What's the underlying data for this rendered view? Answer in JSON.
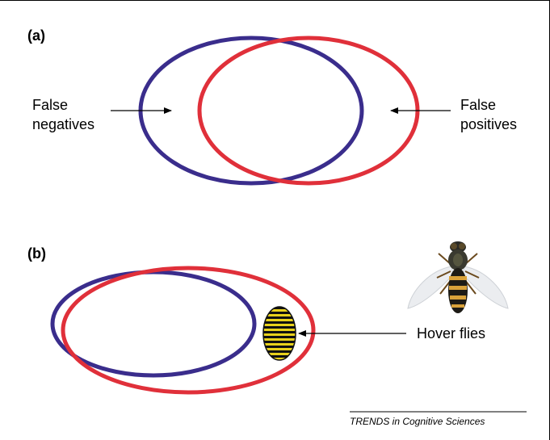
{
  "panel_a": {
    "label": "(a)",
    "left_annotation": [
      "False",
      "negatives"
    ],
    "right_annotation": [
      "False",
      "positives"
    ]
  },
  "panel_b": {
    "label": "(b)",
    "annotation": "Hover flies"
  },
  "credit": "TRENDS in Cognitive Sciences",
  "colors": {
    "blue_ellipse": "#3a2d8c",
    "red_ellipse": "#e0303a",
    "stripe_yellow": "#e8d11c",
    "stripe_black": "#111111"
  },
  "icons": {
    "insect": "hover-fly-photo-icon"
  }
}
